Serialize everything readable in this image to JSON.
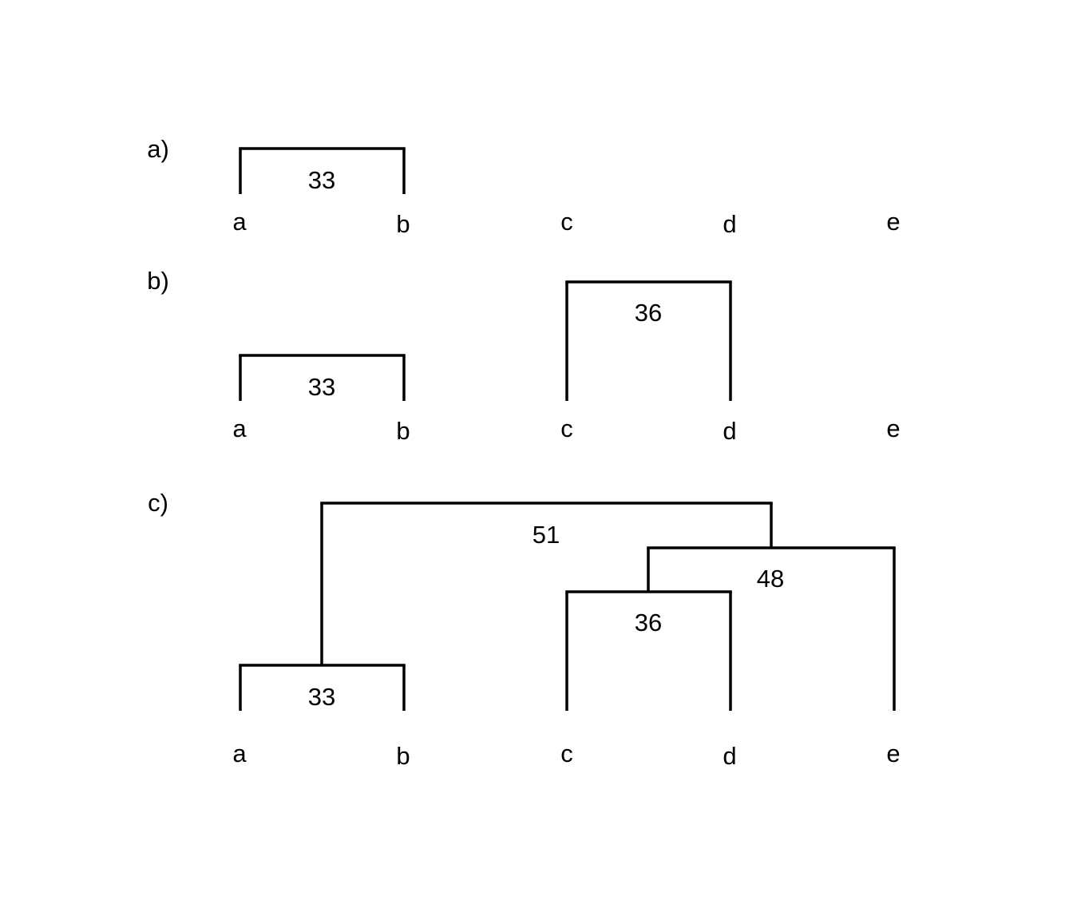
{
  "panels": [
    {
      "label": "a)",
      "leaves": [
        "a",
        "b",
        "c",
        "d",
        "e"
      ],
      "merges": [
        {
          "members": [
            "a",
            "b"
          ],
          "label": "33"
        }
      ]
    },
    {
      "label": "b)",
      "leaves": [
        "a",
        "b",
        "c",
        "d",
        "e"
      ],
      "merges": [
        {
          "members": [
            "a",
            "b"
          ],
          "label": "33"
        },
        {
          "members": [
            "c",
            "d"
          ],
          "label": "36"
        }
      ]
    },
    {
      "label": "c)",
      "leaves": [
        "a",
        "b",
        "c",
        "d",
        "e"
      ],
      "merges": [
        {
          "members": [
            "a",
            "b"
          ],
          "label": "33"
        },
        {
          "members": [
            "c",
            "d"
          ],
          "label": "36"
        },
        {
          "members": [
            "c",
            "d",
            "e"
          ],
          "label": "48"
        },
        {
          "members": [
            "a",
            "b",
            "c",
            "d",
            "e"
          ],
          "label": "51"
        }
      ]
    }
  ]
}
